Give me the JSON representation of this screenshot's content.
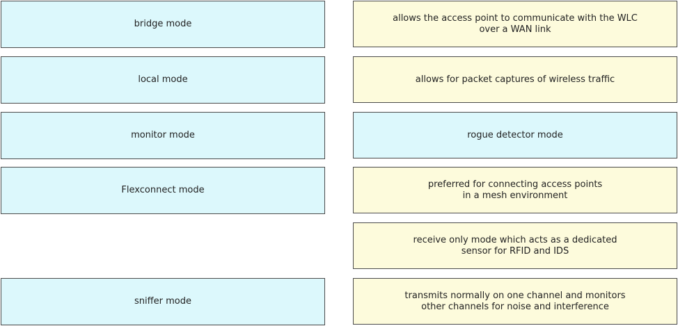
{
  "left_items": [
    "bridge mode",
    "local mode",
    "monitor mode",
    "Flexconnect mode",
    "",
    "sniffer mode"
  ],
  "right_items": [
    "allows the access point to communicate with the WLC\nover a WAN link",
    "allows for packet captures of wireless traffic",
    "rogue detector mode",
    "preferred for connecting access points\nin a mesh environment",
    "receive only mode which acts as a dedicated\nsensor for RFID and IDS",
    "transmits normally on one channel and monitors\nother channels for noise and interference"
  ],
  "colors": {
    "option_fill": "#dcf8fc",
    "target_fill": "#fdfbdc",
    "border": "#4a4a4a"
  }
}
